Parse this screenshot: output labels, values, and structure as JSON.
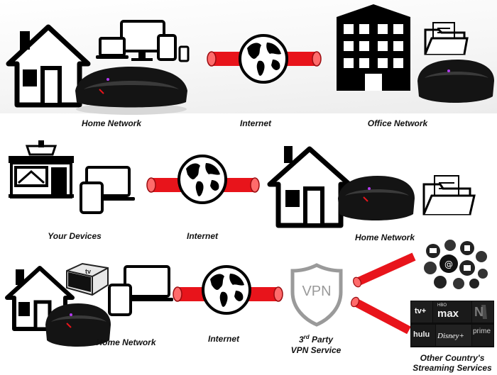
{
  "colors": {
    "accent_red": "#e8141b",
    "black": "#000000",
    "router": "#141414",
    "router_led": "#b23af0",
    "shield": "#9a9a9a"
  },
  "row1": {
    "left_label": "Home Network",
    "middle_label": "Internet",
    "right_label": "Office Network"
  },
  "row2": {
    "left_label": "Your Devices",
    "middle_label": "Internet",
    "right_label": "Home Network"
  },
  "row3": {
    "left_label": "Home Network",
    "middle_label": "Internet",
    "vpn_text": "VPN",
    "vpn_label_line1_num": "3",
    "vpn_label_line1_sup": "rd",
    "vpn_label_line1_rest": " Party",
    "vpn_label_line2": "VPN Service",
    "streaming_label_line1": "Other Country's",
    "streaming_label_line2": "Streaming Services",
    "streaming_logos": [
      "tv+",
      "HBO",
      "max",
      "N",
      "hulu",
      "Disney+",
      "prime"
    ]
  },
  "tv_box_text": "tv",
  "icons": [
    "house-icon",
    "devices-icon",
    "router-icon",
    "globe-icon",
    "pipe-icon",
    "office-building-icon",
    "folder-icon",
    "storefront-icon",
    "vpn-shield-icon",
    "apps-cluster-icon",
    "streaming-tile-icon"
  ]
}
